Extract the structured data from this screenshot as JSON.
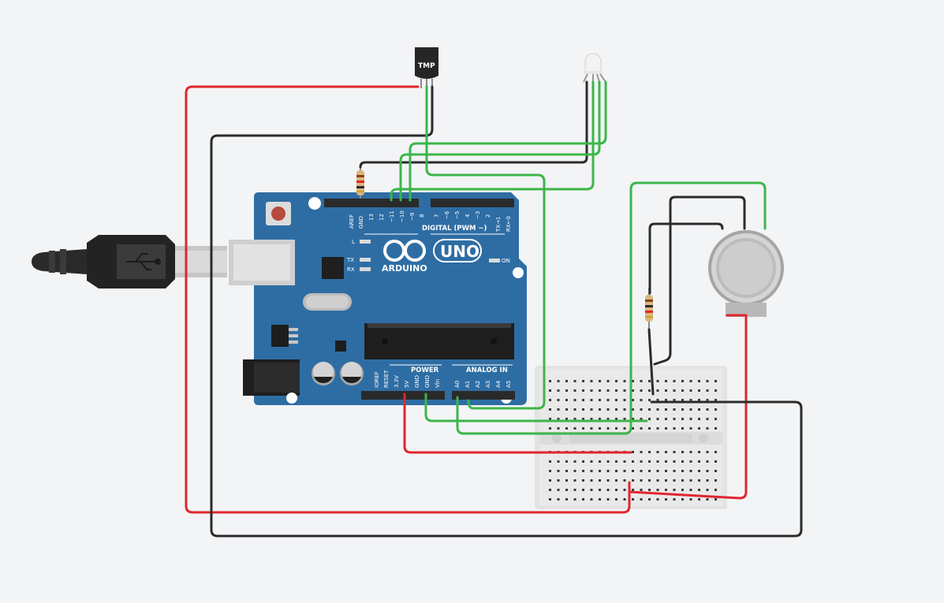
{
  "components": {
    "temp_sensor_label": "TMP",
    "board_brand": "ARDUINO",
    "board_model": "UNO",
    "on_label": "ON",
    "led_l": "L",
    "led_tx": "TX",
    "led_rx": "RX",
    "digital_header": "DIGITAL (PWM ~)",
    "power_header": "POWER",
    "analog_header": "ANALOG IN",
    "digital_pins": [
      "AREF",
      "GND",
      "13",
      "12",
      "~11",
      "~10",
      "~9",
      "8",
      "7",
      "~6",
      "~5",
      "4",
      "~3",
      "2",
      "TX→1",
      "RX←0"
    ],
    "power_pins": [
      "IOREF",
      "RESET",
      "3.3V",
      "5V",
      "GND",
      "GND",
      "Vin"
    ],
    "analog_pins": [
      "A0",
      "A1",
      "A2",
      "A3",
      "A4",
      "A5"
    ]
  },
  "colors": {
    "background": "#f3f4f6",
    "board": "#2e6da4",
    "wire_red": "#e0262d",
    "wire_black": "#2b2b2b",
    "wire_green": "#3cb64a",
    "breadboard": "#e6e6e6"
  }
}
